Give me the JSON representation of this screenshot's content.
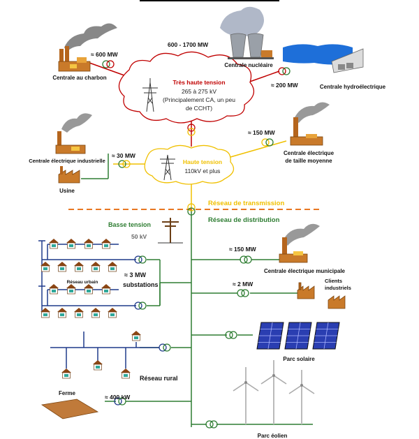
{
  "colors": {
    "red_line": "#c00000",
    "yellow_line": "#f0c000",
    "green_line": "#2e7d32",
    "blue_line": "#1f3a8a",
    "orange_dash": "#e87722",
    "cloud_stroke_red": "#c00000",
    "cloud_stroke_yellow": "#f0c000",
    "label_red": "#c00000",
    "label_yellow": "#f0c000",
    "label_green": "#2e7d32"
  },
  "transmission": {
    "very_high": {
      "title": "Très haute tension",
      "line1": "265 à 275 kV",
      "line2": "(Principalement CA, un peu",
      "line3": "de CCHT)"
    },
    "high": {
      "title": "Haute tension",
      "line1": "110kV et plus"
    },
    "network_label": "Réseau de transmission"
  },
  "distribution": {
    "network_label": "Réseau de distribution",
    "low_voltage_title": "Basse tension",
    "low_voltage_value": "50 kV",
    "urban_label": "Réseau urbain",
    "substation_power": "≈ 3  MW",
    "substation_label": "substations",
    "rural_label": "Réseau rural"
  },
  "plants": {
    "coal": {
      "label": "Centrale au charbon",
      "power": "≈ 600  MW"
    },
    "nuclear": {
      "label": "Centrale nucléaire",
      "power": "600 - 1700  MW"
    },
    "hydro": {
      "label": "Centrale hydroélectrique",
      "power": "≈ 200  MW"
    },
    "industrial": {
      "label": "Centrale électrique industrielle",
      "power": "≈ 30 MW",
      "factory_label": "Usine"
    },
    "medium": {
      "label_line1": "Centrale électrique",
      "label_line2": "de taille moyenne",
      "power": "≈ 150  MW"
    },
    "municipal": {
      "label": "Centrale électrique municipale",
      "power": "≈ 150  MW"
    },
    "industrial_clients": {
      "label_line1": "Clients",
      "label_line2": "industriels",
      "power": "≈ 2  MW"
    },
    "solar": {
      "label": "Parc solaire"
    },
    "wind": {
      "label": "Parc éolien"
    },
    "farm": {
      "label": "Ferme",
      "power": "≈ 400 kW"
    }
  }
}
